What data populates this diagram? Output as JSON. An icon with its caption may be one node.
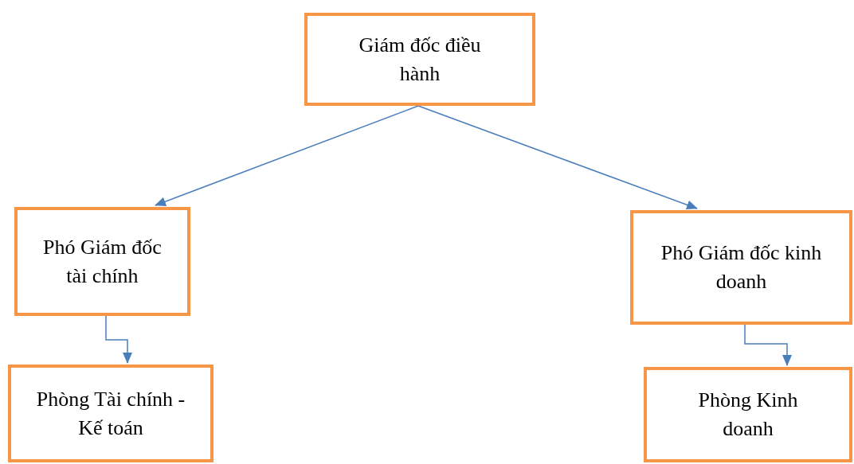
{
  "diagram": {
    "nodes": [
      {
        "text": [
          "Giám đốc điều hành"
        ]
      },
      {
        "text": [
          "Phó Giám đốc tài chính"
        ]
      },
      {
        "text": [
          "Phó Giám đốc kinh doanh"
        ]
      },
      {
        "text": [
          "Phòng Tài chính - Kế toán"
        ]
      },
      {
        "text": [
          "Phòng Kinh doanh"
        ]
      }
    ],
    "edges": [
      {
        "from": 0,
        "to": 1,
        "arrow": "to"
      },
      {
        "from": 0,
        "to": 2,
        "arrow": "to"
      },
      {
        "from": 1,
        "to": 3,
        "arrow": "to"
      },
      {
        "from": 2,
        "to": 4,
        "arrow": "to"
      }
    ]
  }
}
